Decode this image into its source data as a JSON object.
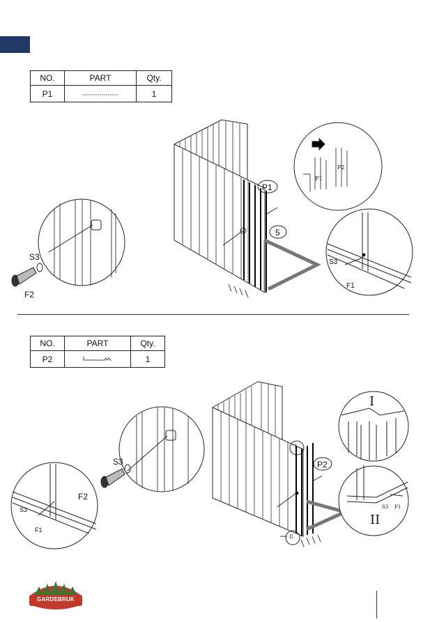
{
  "table_headers": {
    "no": "NO.",
    "part": "PART",
    "qty": "Qty."
  },
  "step1": {
    "part_no": "P1",
    "qty": "1",
    "callout_part": "P1",
    "callout_step": "5",
    "detail_labels": {
      "p1": "P1",
      "p2": "P2",
      "s3": "S3",
      "f1": "F1",
      "f2": "F2",
      "s3_b": "S3"
    }
  },
  "step2": {
    "part_no": "P2",
    "qty": "1",
    "callout_part": "P2",
    "roman_top": "I",
    "roman_bottom": "II",
    "detail_labels": {
      "s3": "S3",
      "f2": "F2",
      "s3_b": "S3",
      "f1": "F1",
      "s3_c": "S3",
      "f1_c": "F1",
      "i_small": "I",
      "ii_small": "II"
    }
  },
  "footer": {
    "brand": "GARDEBRUK"
  },
  "colors": {
    "accent": "#1f3a66",
    "logo_red": "#c0392b",
    "logo_green": "#2e7d32"
  }
}
